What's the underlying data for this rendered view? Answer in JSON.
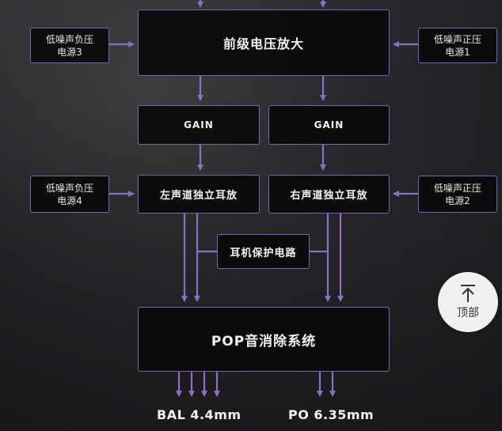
{
  "diagram": {
    "nodes": {
      "preamp": "前级电压放大",
      "gain_left": "GAIN",
      "gain_right": "GAIN",
      "amp_left": "左声道独立耳放",
      "amp_right": "右声道独立耳放",
      "protect": "耳机保护电路",
      "pop": "POP音消除系统",
      "psu3": "低噪声负压\n电源3",
      "psu1": "低噪声正压\n电源1",
      "psu4": "低噪声负压\n电源4",
      "psu2": "低噪声正压\n电源2"
    },
    "outputs": {
      "bal": "BAL 4.4mm",
      "po": "PO 6.35mm"
    }
  },
  "ui": {
    "back_to_top_label": "顶部"
  },
  "colors": {
    "border": "#7d62b3",
    "line": "#8a6fc2"
  }
}
